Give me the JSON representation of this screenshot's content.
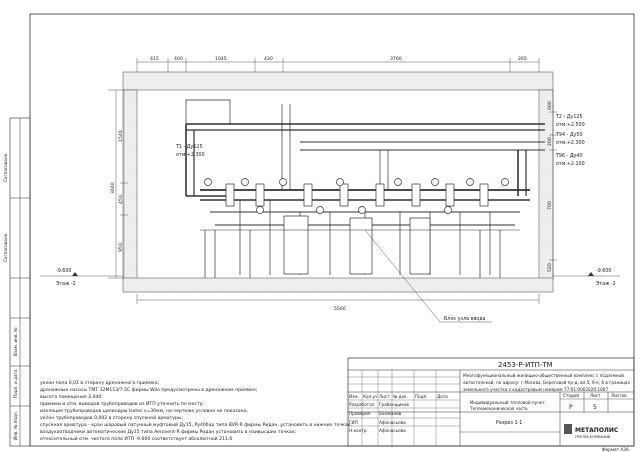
{
  "sheet": {
    "format_label": "Формат А3А",
    "side_stamps": [
      "Согласовано",
      "Согласовано"
    ],
    "stamp_cells": [
      "Взам. инв. №",
      "Подп. и дата",
      "Инв. № подл."
    ]
  },
  "dims_top": [
    "415",
    "400",
    "1045",
    "430",
    "3760",
    "265"
  ],
  "dims_bottom": "5560",
  "dims_left": [
    "3040",
    "1540",
    "450",
    "950"
  ],
  "dims_right": [
    "600",
    "200",
    "700",
    "520"
  ],
  "pipe_labels": {
    "t1": "Т1 - Ду125",
    "t1_elev": "отм.+2.300",
    "t2": "Т2 - Ду125",
    "t2_elev": "отм.+2.500",
    "t94": "Т94 - Ду50",
    "t94_elev": "отм.+2.300",
    "t96": "Т96 - Ду40",
    "t96_elev": "отм.+2.100"
  },
  "levels": {
    "left_value": "-9,600",
    "left_floor": "Этаж -2",
    "right_value": "-9,600",
    "right_floor": "Этаж -2"
  },
  "callout": "Блок узла ввода",
  "notes": [
    "уклон пола 0,01 в сторону дренажного приямка;",
    "дренажные насосы ТМТ 32М113/7.5С фирмы Wilo предусмотрены в дренажном приямке;",
    "высота помещения 3.040;",
    "приемки и отм. выводов трубопроводов из ИТП уточнить по месту;",
    "изоляция трубопроводов цилиндры Isotec s=30мм, на чертеже условно не показана;",
    "уклон трубопроводов 0,002 в сторону спускной арматуры;",
    "спускная арматура - кран шаровый латунный муфтовый Ду15, Ру40бар типа BVR-R фирмы Ридан, установить в нижних точках;",
    "воздухоотводчики автоматические Ду15 типа Aerovent-R фирмы Ридан установить в наивысших точках;",
    "относительный отм. чистого пола ИТП -9.600 соответствует абсолютной 211,6"
  ],
  "title_block": {
    "code": "2453-Р-ИТП-ТМ",
    "project": [
      "Многофункциональный жилищно-общественный комплекс с подземной",
      "автостоянкой, по адресу: г.Москва, Береговой пр-д, вл.5, 6-е, 6 в границах",
      "земельного участка с кадастровым номером 77:01:0002020:1007"
    ],
    "roles": [
      "Разработал",
      "Проверил",
      "ГИП",
      "Н.контр."
    ],
    "names": [
      "Грабенщиков",
      "Болжанов",
      "Афанасьева",
      "Афанасьева"
    ],
    "columns": [
      "Изм.",
      "Кол.уч",
      "Лист",
      "№ док.",
      "Подп.",
      "Дата"
    ],
    "object": [
      "Индивидуальный тепловой пункт.",
      "Тепломеханическая часть"
    ],
    "sheet_title": "Разрез 1-1",
    "stage_header": "Стадия",
    "sheet_header": "Лист",
    "sheets_header": "Листов",
    "stage": "Р",
    "sheet_no": "5",
    "sheets_total": "",
    "company": "МЕТАПОЛИС",
    "company_sub": "ГРУППА КОМПАНИЙ"
  }
}
